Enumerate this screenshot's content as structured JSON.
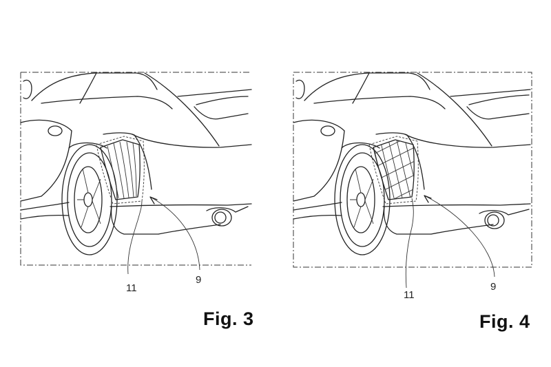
{
  "figures": [
    {
      "caption": "Fig. 3",
      "vent_style": "vertical-slats",
      "references": {
        "left": "11",
        "right": "9"
      }
    },
    {
      "caption": "Fig. 4",
      "vent_style": "lattice-grid",
      "references": {
        "left": "11",
        "right": "9"
      }
    }
  ],
  "colors": {
    "line": "#222222",
    "background": "#ffffff"
  }
}
